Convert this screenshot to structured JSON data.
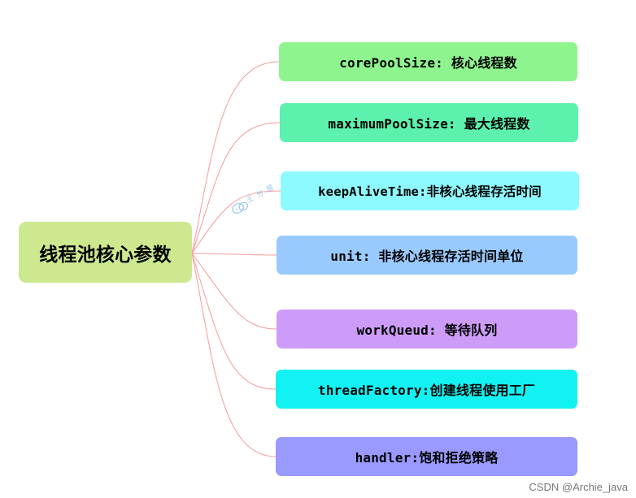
{
  "root": {
    "label": "线程池核心参数"
  },
  "items": [
    {
      "label": "corePoolSize: 核心线程数"
    },
    {
      "label": "maximumPoolSize: 最大线程数"
    },
    {
      "label": "keepAliveTime:非核心线程存活时间"
    },
    {
      "label": "unit: 非核心线程存活时间单位"
    },
    {
      "label": "workQueud: 等待队列"
    },
    {
      "label": "threadFactory:创建线程使用工厂"
    },
    {
      "label": "handler:饱和拒绝策略"
    }
  ],
  "watermark": {
    "text": "王 分 是"
  },
  "credit": "CSDN @Archie_java",
  "colors": {
    "root": "#cde88f",
    "link": "#f49a9a",
    "items": [
      "#8ef58e",
      "#5cf2ad",
      "#8dfaff",
      "#99caff",
      "#cd9cf9",
      "#13f2f2",
      "#9999ff"
    ]
  }
}
